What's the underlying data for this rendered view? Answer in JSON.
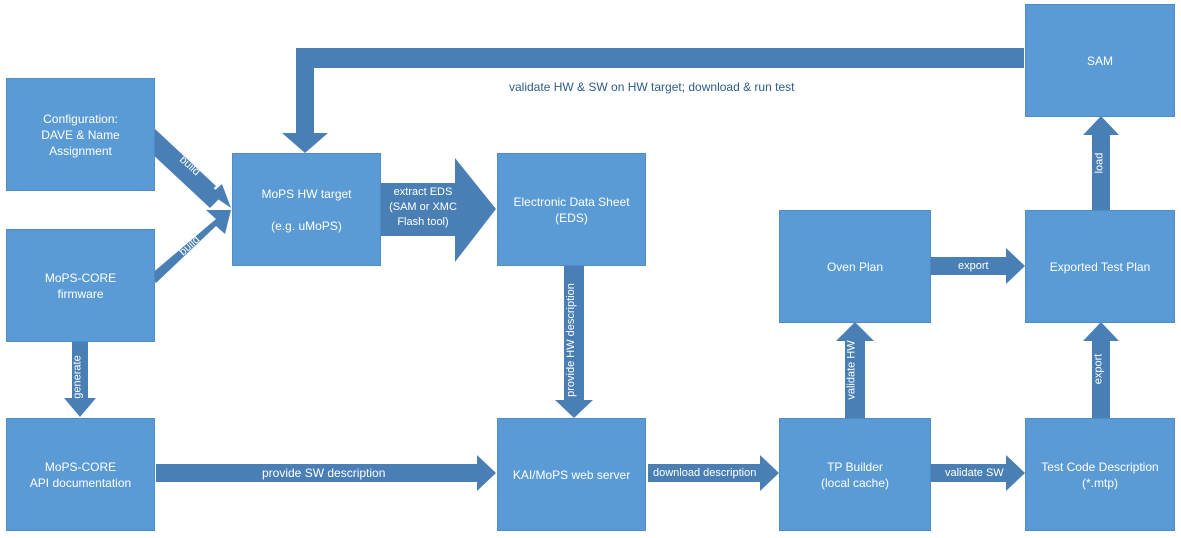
{
  "colors": {
    "box_fill": "#5b9bd5",
    "arrow_fill": "#4a7fb5",
    "text": "#ffffff",
    "caption": "#2e5c8a"
  },
  "boxes": {
    "config": "Configuration:\nDAVE & Name\nAssignment",
    "core_fw": "MoPS-CORE\nfirmware",
    "api_doc": "MoPS-CORE\nAPI documentation",
    "hw_target": "MoPS HW target\n\n(e.g. uMoPS)",
    "eds": "Electronic Data Sheet\n(EDS)",
    "kai": "KAI/MoPS web server",
    "oven": "Oven Plan",
    "tp_builder": "TP Builder\n(local cache)",
    "exported": "Exported Test Plan",
    "test_code": "Test Code Description\n(*.mtp)",
    "sam": "SAM"
  },
  "edges": {
    "build1": "build",
    "build2": "build",
    "generate": "generate",
    "extract_eds": "extract EDS\n(SAM or XMC\nFlash tool)",
    "provide_hw": "provide HW description",
    "provide_sw": "provide SW description",
    "download": "download description",
    "validate_hw": "validate HW",
    "validate_sw": "validate SW",
    "export1": "export",
    "export2": "export",
    "load": "load",
    "top_caption": "validate HW & SW on HW target; download & run test"
  }
}
